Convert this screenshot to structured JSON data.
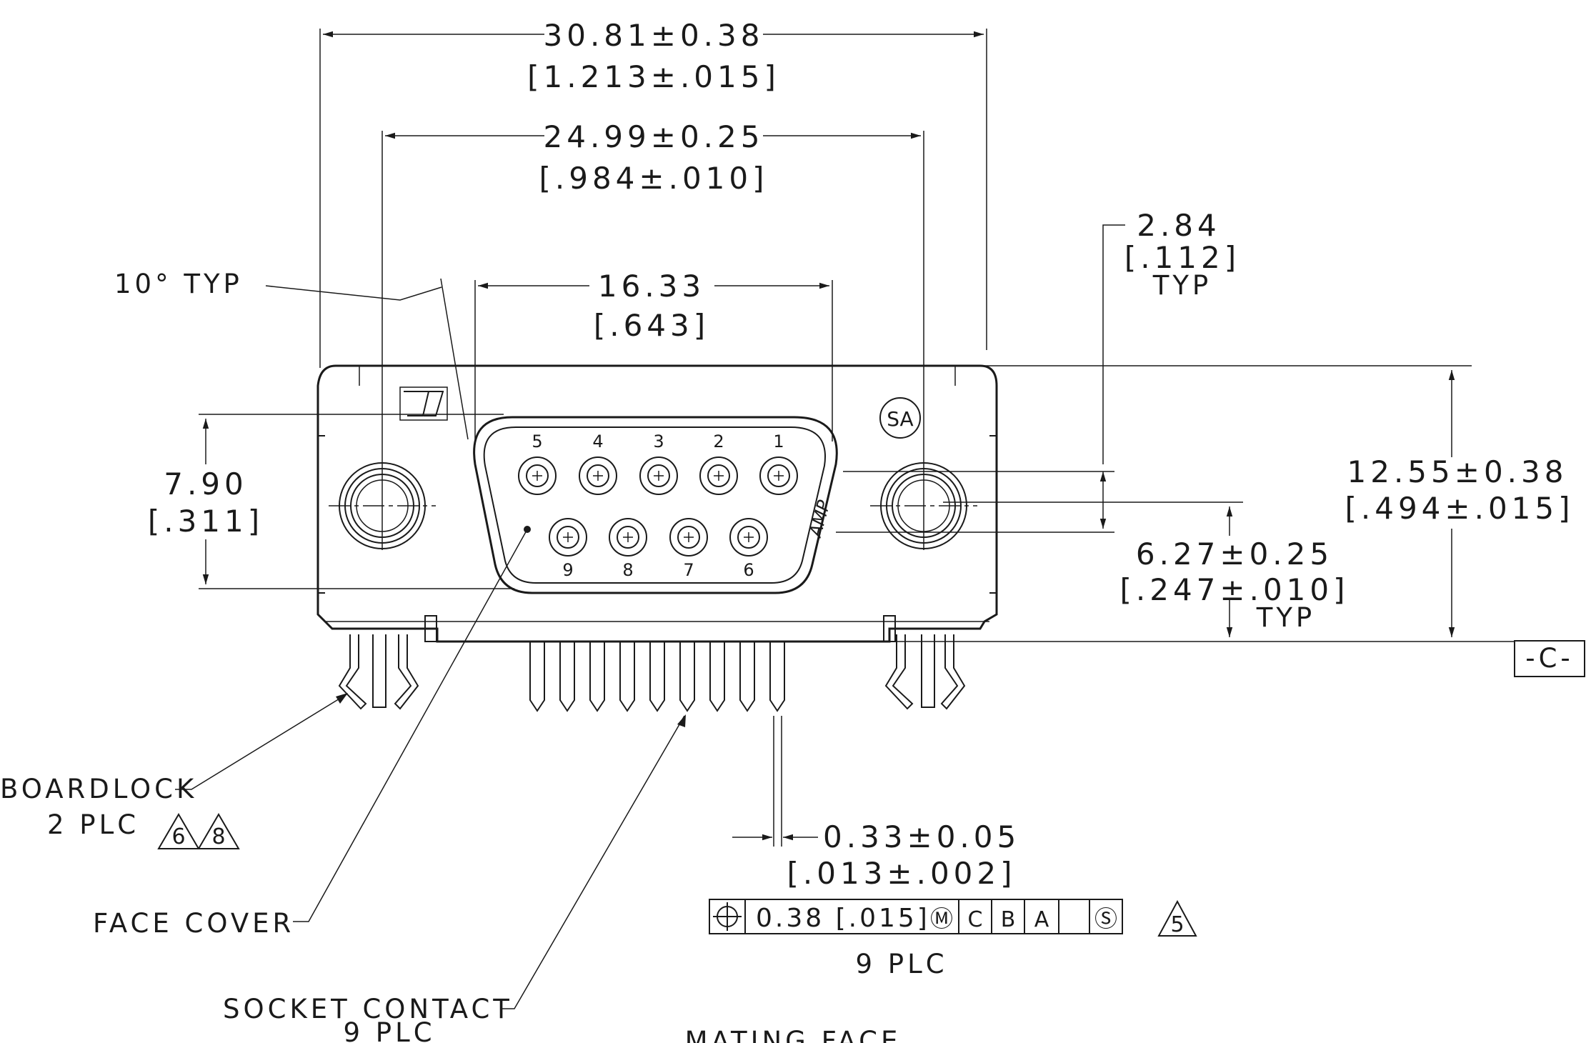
{
  "dimensions": {
    "overall_width": {
      "mm": "30.81±0.38",
      "in": "[1.213±.015]"
    },
    "mount_spacing": {
      "mm": "24.99±0.25",
      "in": "[.984±.010]"
    },
    "shell_width": {
      "mm": "16.33",
      "in": "[.643]"
    },
    "shell_height": {
      "mm": "7.90",
      "in": "[.311]"
    },
    "row_offset": {
      "mm": "2.84",
      "in": "[.112]",
      "note": "TYP"
    },
    "overall_height": {
      "mm": "12.55±0.38",
      "in": "[.494±.015]"
    },
    "center_height": {
      "mm": "6.27±0.25",
      "in": "[.247±.010]",
      "note": "TYP"
    },
    "pin_diameter": {
      "mm": "0.33±0.05",
      "in": "[.013±.002]"
    }
  },
  "angle_note": "10°  TYP",
  "datum": "-C-",
  "tolerance_frame": {
    "symbol": "⌖",
    "value": "0.38 [.015]",
    "cells": [
      "Ⓜ",
      "C",
      "B",
      "A",
      "Ⓢ"
    ],
    "note_flag": "5",
    "count": "9 PLC"
  },
  "callouts": {
    "boardlock": {
      "label": "BOARDLOCK",
      "count": "2 PLC",
      "flags": [
        "6",
        "8"
      ]
    },
    "face_cover": {
      "label": "FACE  COVER"
    },
    "socket_contact": {
      "label": "SOCKET  CONTACT",
      "count": "9 PLC"
    }
  },
  "pins": {
    "top_row": [
      "5",
      "4",
      "3",
      "2",
      "1"
    ],
    "bottom_row": [
      "9",
      "8",
      "7",
      "6"
    ]
  },
  "marks": {
    "manufacturer": "AMP",
    "ul_mark": "UL",
    "csa_mark": "SA"
  },
  "view_title": "MATING  FACE"
}
